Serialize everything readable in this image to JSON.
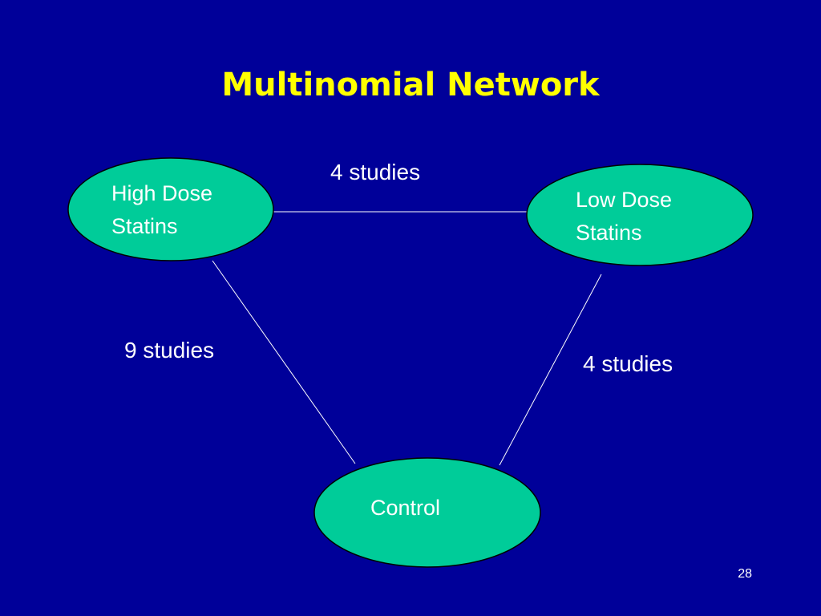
{
  "title": "Multinomial Network",
  "nodes": {
    "high_dose": {
      "label_line1": "High Dose",
      "label_line2": "Statins"
    },
    "low_dose": {
      "label_line1": "Low Dose",
      "label_line2": "Statins"
    },
    "control": {
      "label": "Control"
    }
  },
  "edges": {
    "high_low": "4 studies",
    "high_control": "9 studies",
    "low_control": "4 studies"
  },
  "colors": {
    "background": "#000099",
    "title": "#FFFF00",
    "node_fill": "#00CC99",
    "node_stroke": "#000000",
    "text": "#FFFFFF",
    "edge": "#FFFFFF"
  },
  "page_number": "28"
}
